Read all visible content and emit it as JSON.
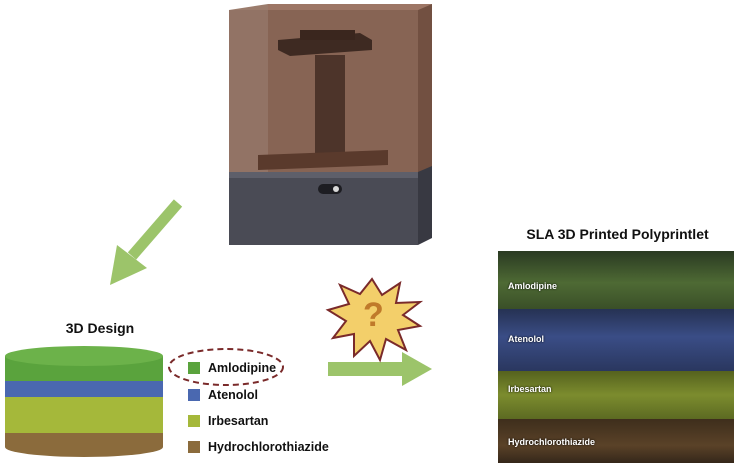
{
  "design": {
    "title": "3D Design",
    "legend": [
      {
        "label": "Amlodipine",
        "color": "#5aa33d",
        "highlighted": true
      },
      {
        "label": "Atenolol",
        "color": "#4a68b0"
      },
      {
        "label": "Irbesartan",
        "color": "#a5b83a"
      },
      {
        "label": "Hydrochlorothiazide",
        "color": "#8b6b3c"
      }
    ]
  },
  "question_mark": "?",
  "sem": {
    "title": "SLA 3D Printed Polyprintlet",
    "layers": [
      {
        "label": "Amlodipine",
        "color": "#3f5a2a"
      },
      {
        "label": "Atenolol",
        "color": "#2e3e6e"
      },
      {
        "label": "Irbesartan",
        "color": "#6a7a26"
      },
      {
        "label": "Hydrochlorothiazide",
        "color": "#4a3620"
      }
    ]
  },
  "colors": {
    "arrow": "#9cc46a",
    "printer_resin": "#6b4a3a",
    "printer_base": "#4a4b55",
    "burst_fill": "#f3cf6a",
    "burst_stroke": "#7a2a2a"
  }
}
